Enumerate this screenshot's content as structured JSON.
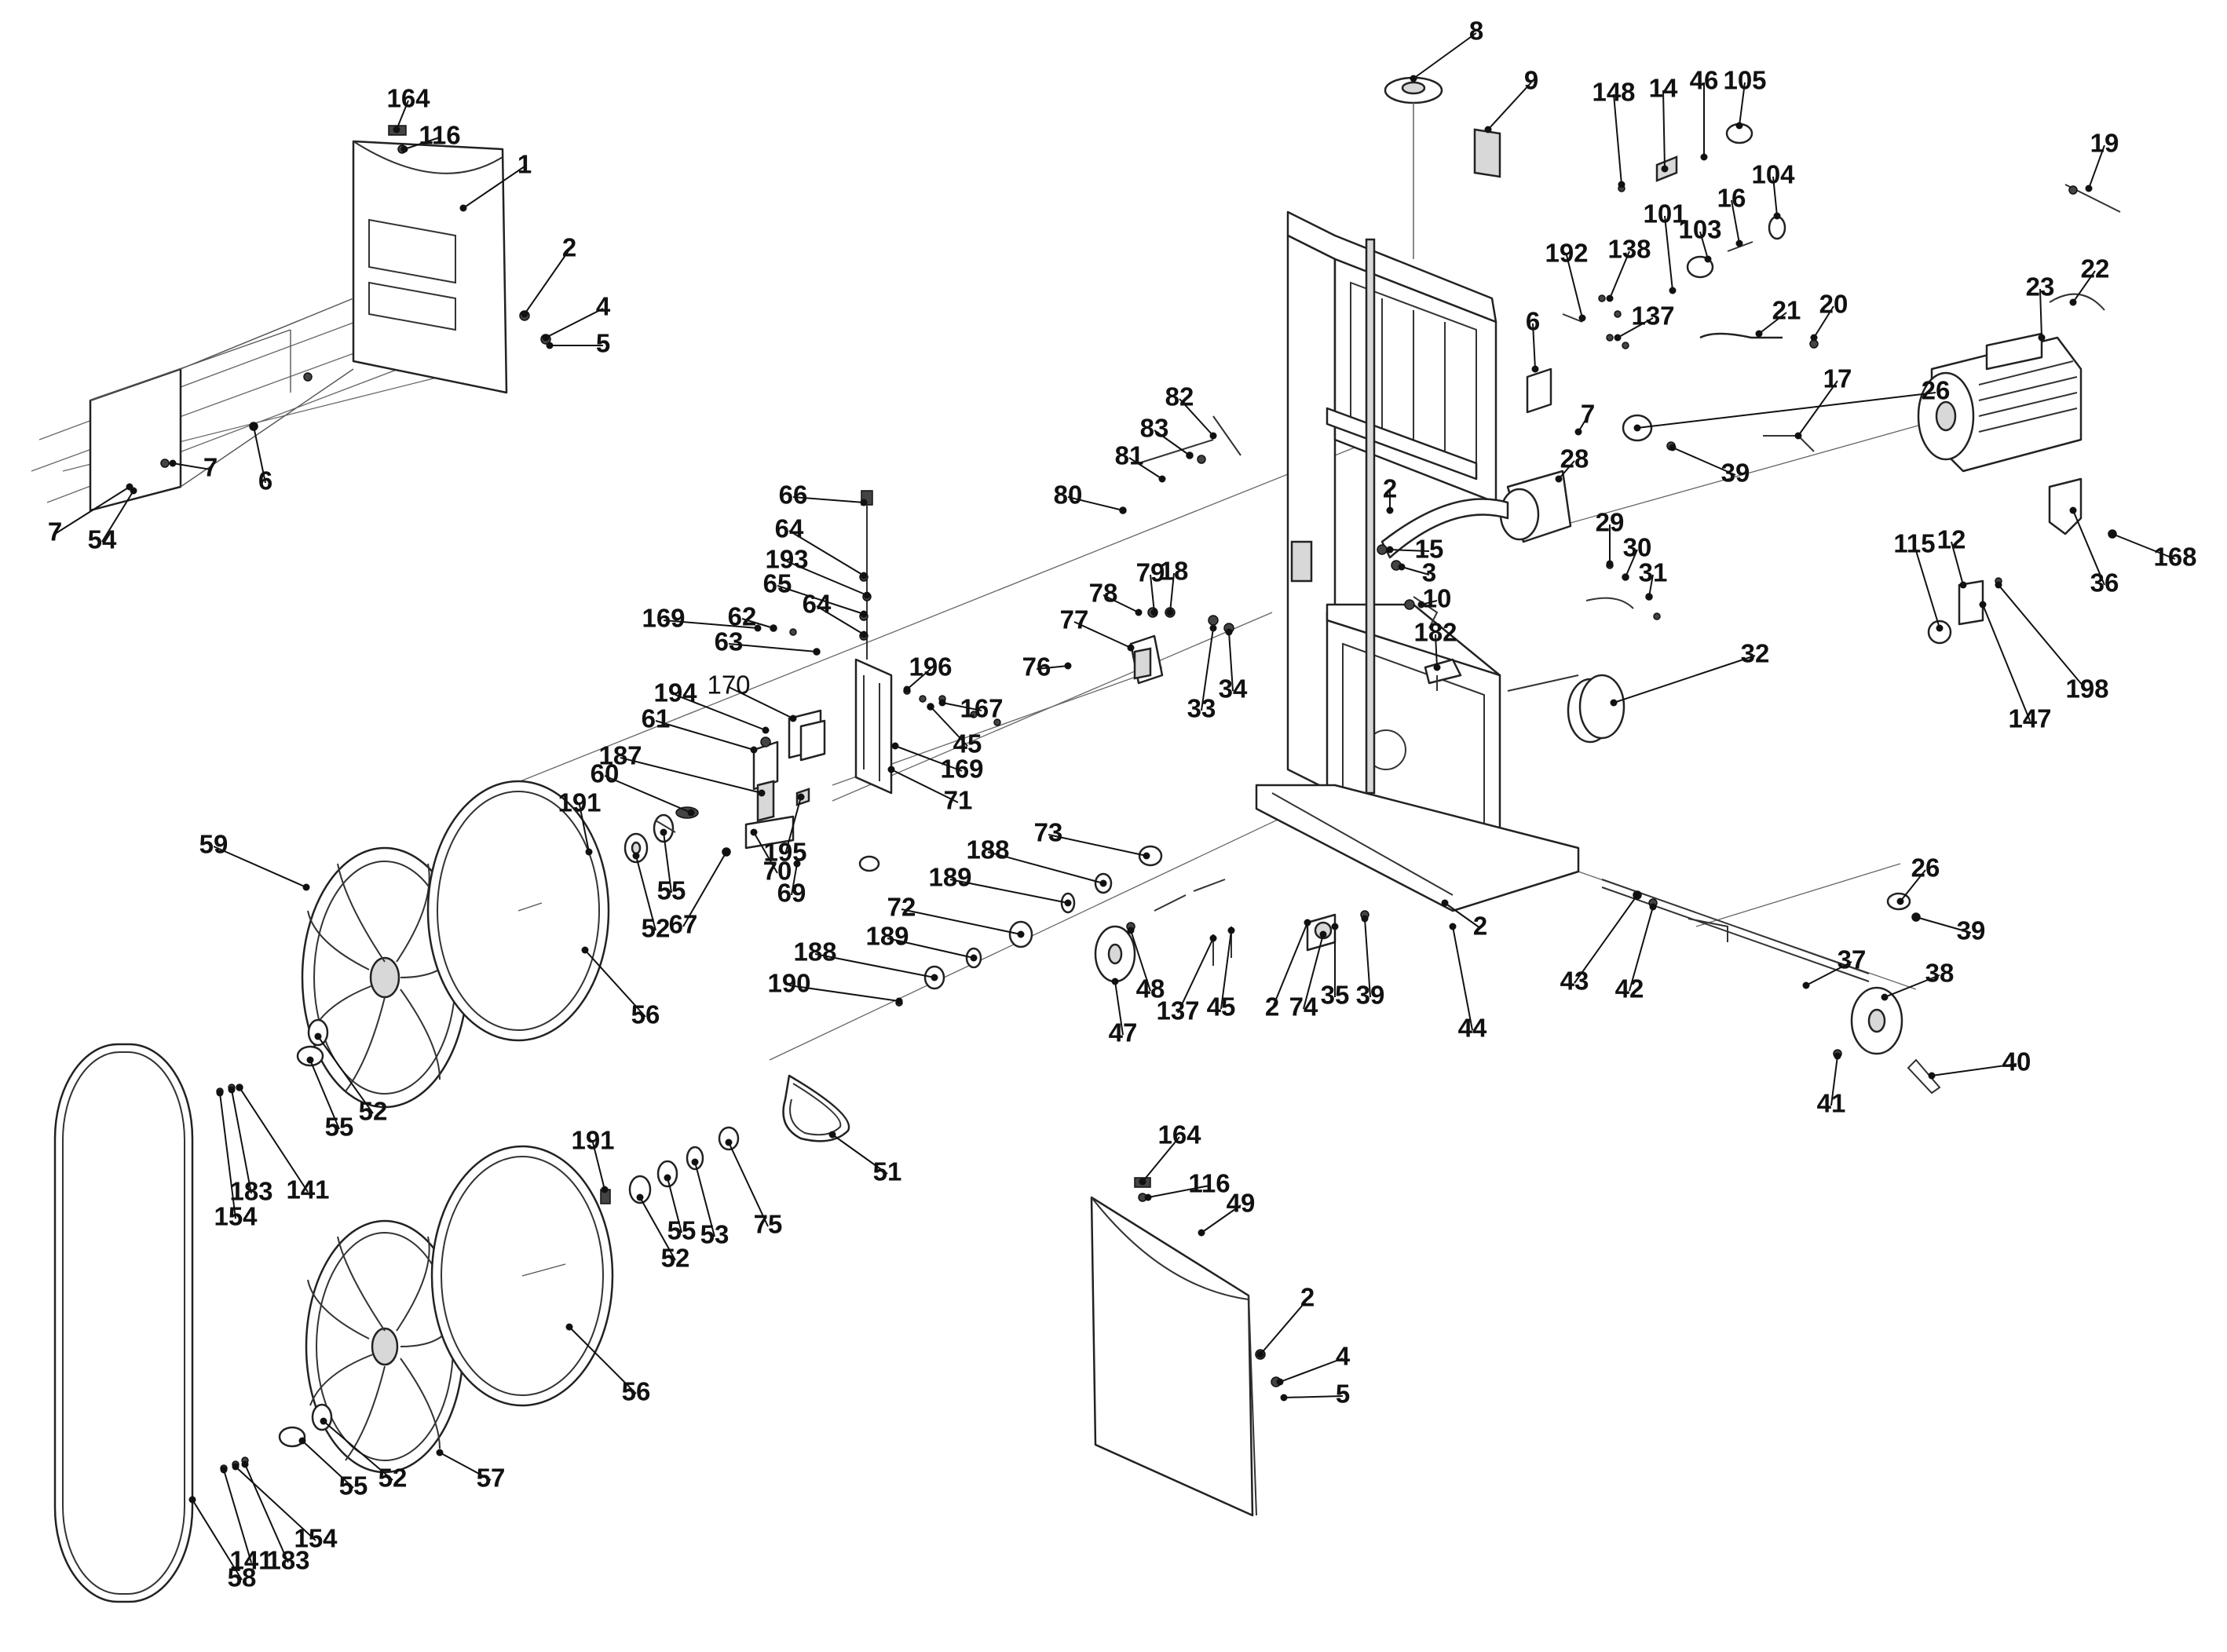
{
  "callouts": [
    {
      "label": "164"
    },
    {
      "label": "116"
    },
    {
      "label": "1"
    },
    {
      "label": "2"
    },
    {
      "label": "4"
    },
    {
      "label": "5"
    },
    {
      "label": "7"
    },
    {
      "label": "6"
    },
    {
      "label": "7"
    },
    {
      "label": "54"
    },
    {
      "label": "8"
    },
    {
      "label": "9"
    },
    {
      "label": "148"
    },
    {
      "label": "14"
    },
    {
      "label": "46"
    },
    {
      "label": "105"
    },
    {
      "label": "104"
    },
    {
      "label": "16"
    },
    {
      "label": "103"
    },
    {
      "label": "101"
    },
    {
      "label": "192"
    },
    {
      "label": "138"
    },
    {
      "label": "137"
    },
    {
      "label": "6"
    },
    {
      "label": "21"
    },
    {
      "label": "20"
    },
    {
      "label": "19"
    },
    {
      "label": "22"
    },
    {
      "label": "23"
    },
    {
      "label": "17"
    },
    {
      "label": "26"
    },
    {
      "label": "39"
    },
    {
      "label": "7"
    },
    {
      "label": "28"
    },
    {
      "label": "2"
    },
    {
      "label": "82"
    },
    {
      "label": "83"
    },
    {
      "label": "81"
    },
    {
      "label": "80"
    },
    {
      "label": "66"
    },
    {
      "label": "64"
    },
    {
      "label": "193"
    },
    {
      "label": "65"
    },
    {
      "label": "64"
    },
    {
      "label": "62"
    },
    {
      "label": "169"
    },
    {
      "label": "63"
    },
    {
      "label": "79"
    },
    {
      "label": "18"
    },
    {
      "label": "78"
    },
    {
      "label": "77"
    },
    {
      "label": "76"
    },
    {
      "label": "196"
    },
    {
      "label": "167"
    },
    {
      "label": "45"
    },
    {
      "label": "169"
    },
    {
      "label": "71"
    },
    {
      "label": "33"
    },
    {
      "label": "34"
    },
    {
      "label": "15"
    },
    {
      "label": "3"
    },
    {
      "label": "10"
    },
    {
      "label": "182"
    },
    {
      "label": "29"
    },
    {
      "label": "30"
    },
    {
      "label": "31"
    },
    {
      "label": "32"
    },
    {
      "label": "115"
    },
    {
      "label": "12"
    },
    {
      "label": "36"
    },
    {
      "label": "168"
    },
    {
      "label": "198"
    },
    {
      "label": "147"
    },
    {
      "label": "194"
    },
    {
      "label": "170"
    },
    {
      "label": "61"
    },
    {
      "label": "187"
    },
    {
      "label": "60"
    },
    {
      "label": "191"
    },
    {
      "label": "195"
    },
    {
      "label": "70"
    },
    {
      "label": "69"
    },
    {
      "label": "55"
    },
    {
      "label": "52"
    },
    {
      "label": "67"
    },
    {
      "label": "59"
    },
    {
      "label": "56"
    },
    {
      "label": "73"
    },
    {
      "label": "188"
    },
    {
      "label": "189"
    },
    {
      "label": "72"
    },
    {
      "label": "189"
    },
    {
      "label": "188"
    },
    {
      "label": "190"
    },
    {
      "label": "48"
    },
    {
      "label": "137"
    },
    {
      "label": "45"
    },
    {
      "label": "47"
    },
    {
      "label": "2"
    },
    {
      "label": "74"
    },
    {
      "label": "35"
    },
    {
      "label": "39"
    },
    {
      "label": "44"
    },
    {
      "label": "2"
    },
    {
      "label": "43"
    },
    {
      "label": "42"
    },
    {
      "label": "26"
    },
    {
      "label": "39"
    },
    {
      "label": "37"
    },
    {
      "label": "38"
    },
    {
      "label": "40"
    },
    {
      "label": "41"
    },
    {
      "label": "52"
    },
    {
      "label": "55"
    },
    {
      "label": "141"
    },
    {
      "label": "183"
    },
    {
      "label": "154"
    },
    {
      "label": "51"
    },
    {
      "label": "191"
    },
    {
      "label": "55"
    },
    {
      "label": "53"
    },
    {
      "label": "75"
    },
    {
      "label": "52"
    },
    {
      "label": "56"
    },
    {
      "label": "164"
    },
    {
      "label": "116"
    },
    {
      "label": "49"
    },
    {
      "label": "2"
    },
    {
      "label": "4"
    },
    {
      "label": "5"
    },
    {
      "label": "57"
    },
    {
      "label": "55"
    },
    {
      "label": "52"
    },
    {
      "label": "154"
    },
    {
      "label": "141"
    },
    {
      "label": "183"
    },
    {
      "label": "58"
    }
  ]
}
